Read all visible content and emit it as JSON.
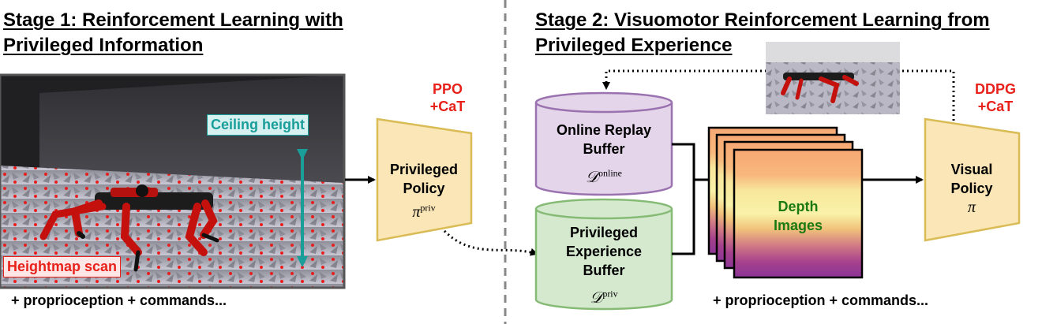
{
  "stage1": {
    "title_line1": "Stage 1: Reinforcement Learning with",
    "title_line2": "Privileged Information",
    "ceiling_label": "Ceiling height",
    "heightmap_label": "Heightmap scan",
    "footer": "+ proprioception + commands...",
    "algorithm_line1": "PPO",
    "algorithm_line2": "+CaT",
    "policy_line1": "Privileged",
    "policy_line2": "Policy",
    "policy_symbol": "π",
    "policy_sup": "priv"
  },
  "stage2": {
    "title_line1": "Stage 2: Visuomotor Reinforcement Learning from",
    "title_line2": "Privileged Experience",
    "online_buffer_line1": "Online Replay",
    "online_buffer_line2": "Buffer",
    "online_symbol": "𝒟",
    "online_sup": "online",
    "priv_buffer_line1": "Privileged",
    "priv_buffer_line2": "Experience",
    "priv_buffer_line3": "Buffer",
    "priv_symbol": "𝒟",
    "priv_sup": "priv",
    "depth_line1": "Depth",
    "depth_line2": "Images",
    "footer": "+ proprioception + commands...",
    "algorithm_line1": "DDPG",
    "algorithm_line2": "+CaT",
    "policy_line1": "Visual",
    "policy_line2": "Policy",
    "policy_symbol": "π"
  },
  "colors": {
    "accent_red": "#e8211b",
    "teal": "#1a9e9a",
    "policy_fill": "#fbe6b7",
    "policy_stroke": "#d9bc55",
    "online_fill": "#e4d5ea",
    "online_stroke": "#9a72b0",
    "priv_fill": "#d5e9cf",
    "priv_stroke": "#86bb76",
    "depth_label": "#1c7a12"
  }
}
